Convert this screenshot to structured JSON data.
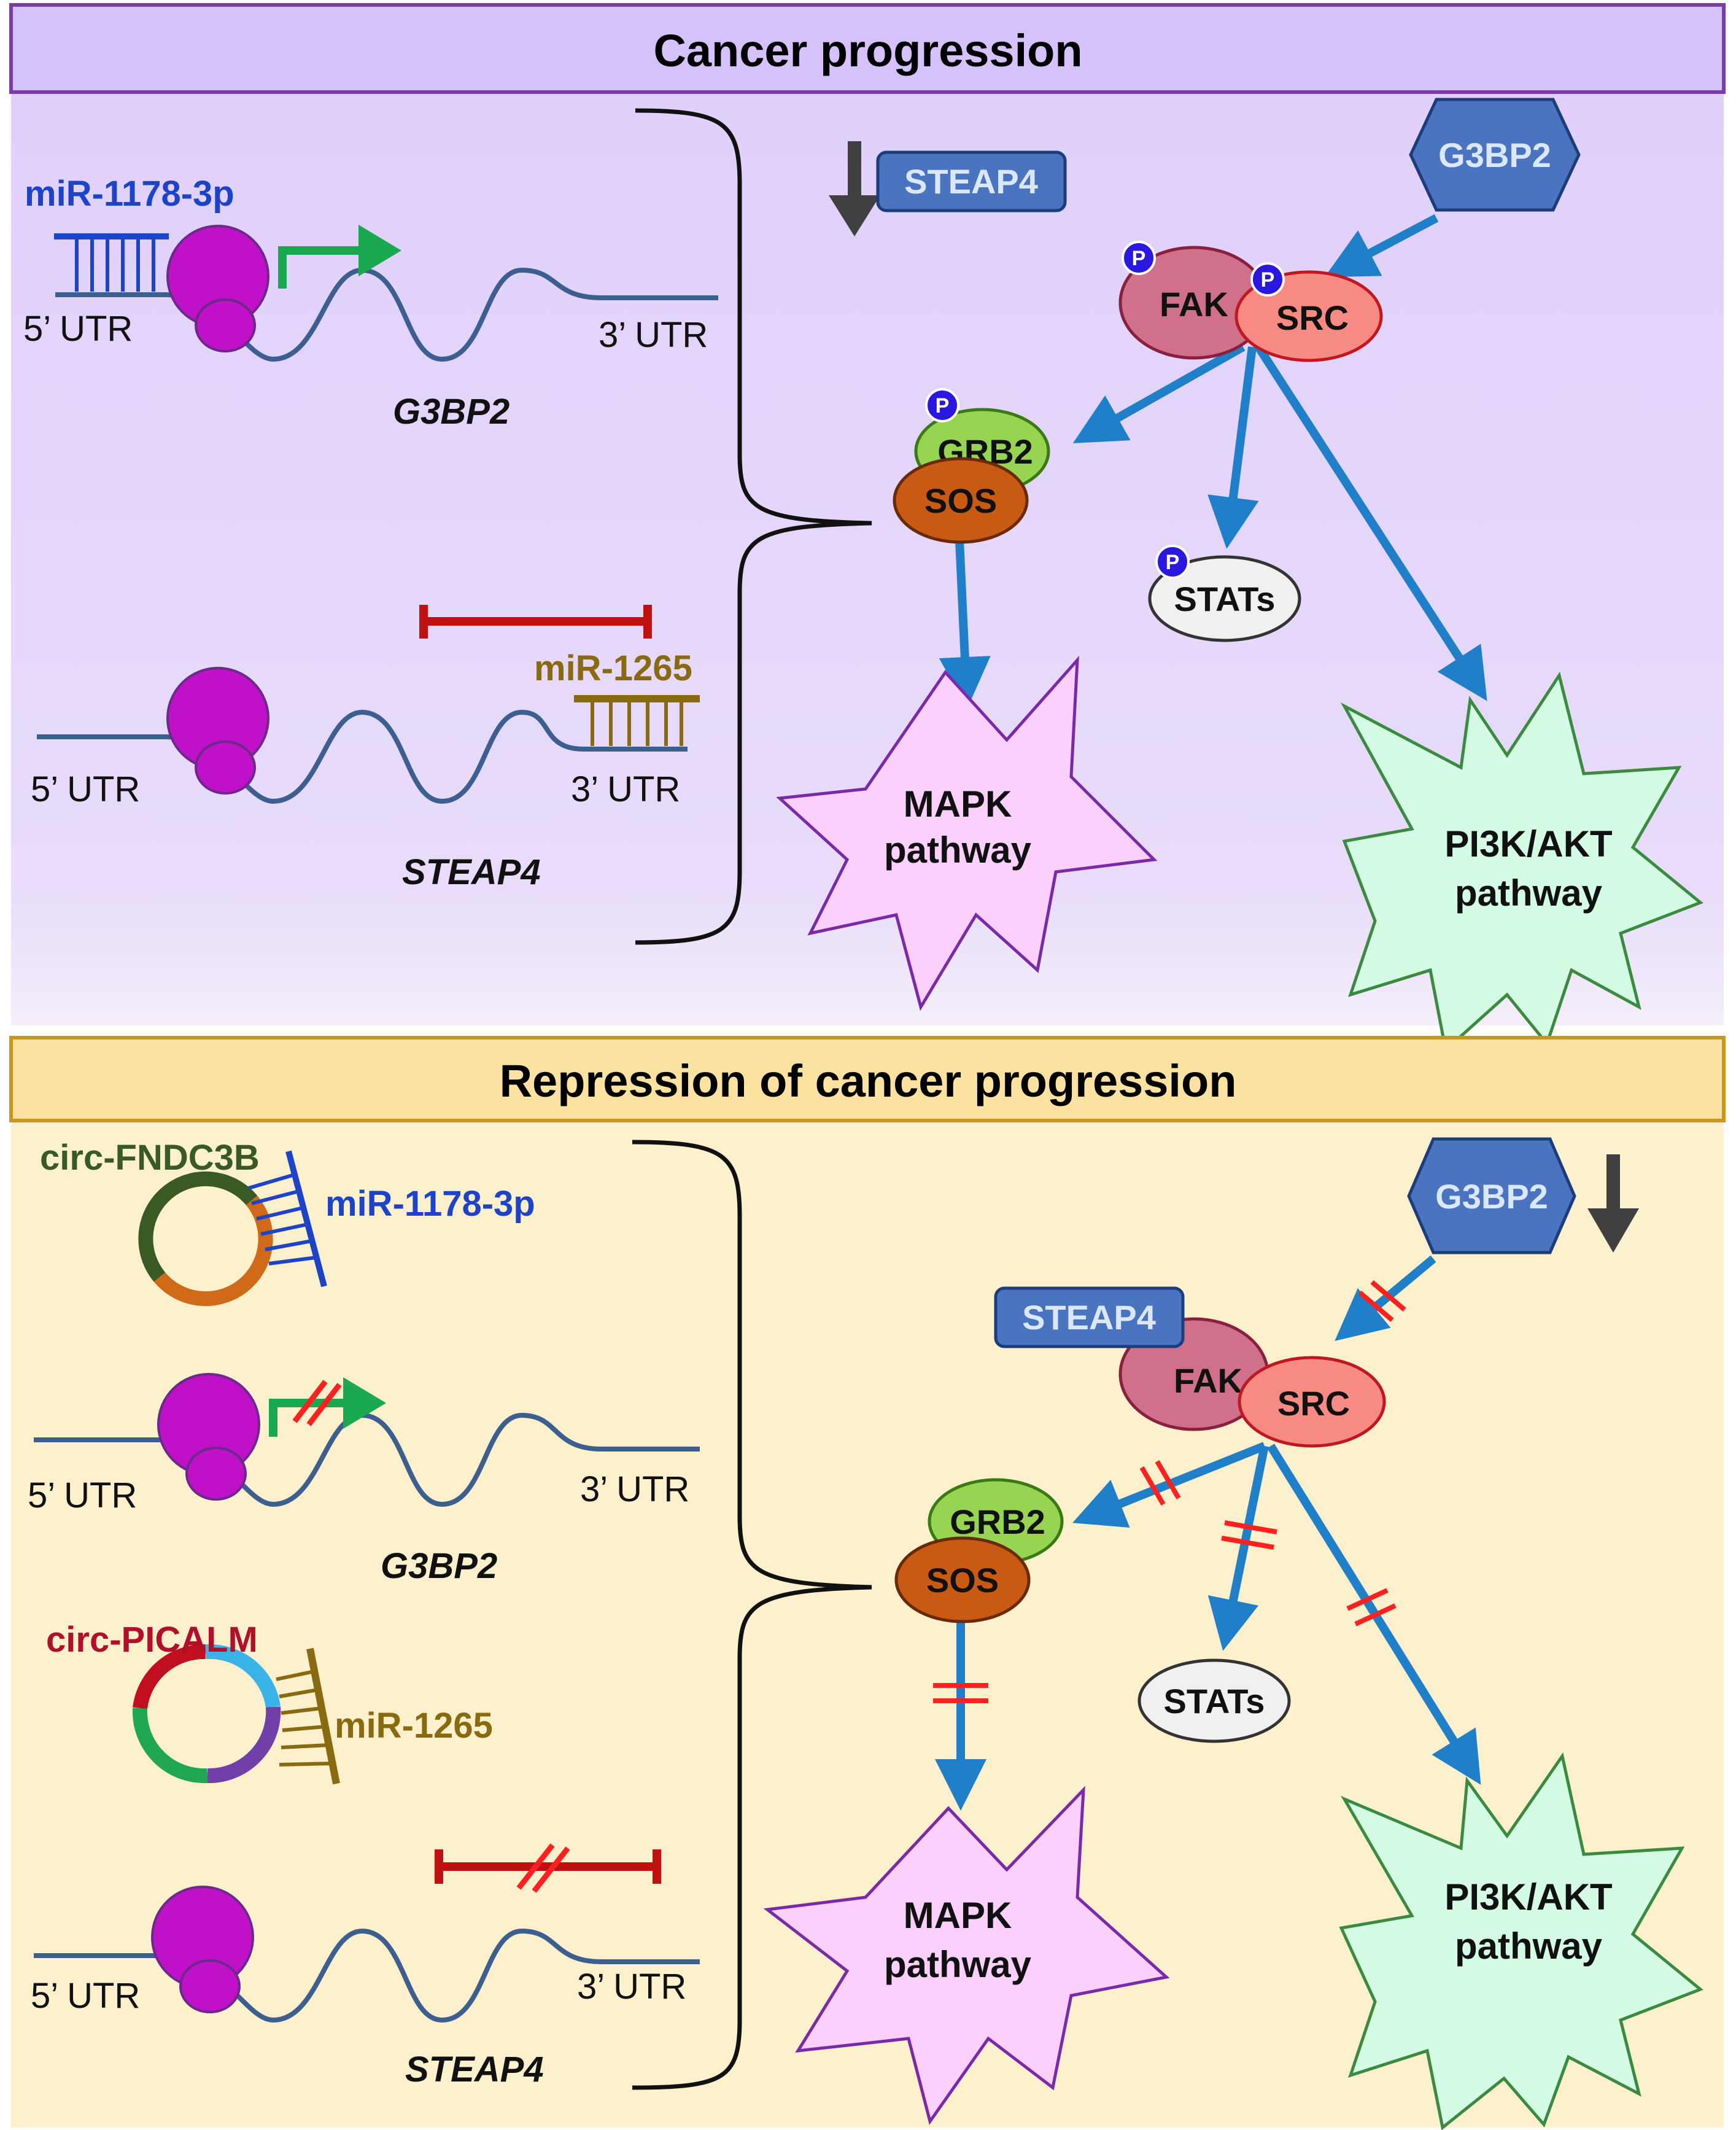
{
  "panels": {
    "top": {
      "title": "Cancer progression",
      "colors": {
        "header": "#d7c4fb",
        "body": "#e4d8fb",
        "border": "#7a3ca8"
      }
    },
    "bottom": {
      "title": "Repression of cancer progression",
      "colors": {
        "header": "#fce2a0",
        "body": "#fdf0cd",
        "border": "#c8981e"
      }
    }
  },
  "labels": {
    "utr5": "5’ UTR",
    "utr3": "3’ UTR",
    "gene_g3bp2": "G3BP2",
    "gene_steap4": "STEAP4",
    "mir1178": "miR-1178-3p",
    "mir1265": "miR-1265",
    "circ_fndc3b": "circ-FNDC3B",
    "circ_picalm": "circ-PICALM"
  },
  "proteins": {
    "g3bp2": "G3BP2",
    "steap4": "STEAP4",
    "fak": "FAK",
    "src": "SRC",
    "grb2": "GRB2",
    "sos": "SOS",
    "stats": "STATs",
    "phospho": "P"
  },
  "pathways": {
    "mapk_line1": "MAPK",
    "mapk_line2": "pathway",
    "pi3k_line1": "PI3K/AKT",
    "pi3k_line2": "pathway"
  },
  "colors": {
    "mrna": "#3d5f8f",
    "ribosome": "#c010c8",
    "mir1178": "#1d44c8",
    "mir1265": "#8a6a10",
    "inhibition": "#c01010",
    "translation_arrow": "#1aa850",
    "signal_arrow": "#1f7fc8",
    "down_arrow": "#404040",
    "g3bp2_box": "#4a74c0",
    "fak": "#d0708a",
    "src": "#f88a84",
    "grb2": "#96d452",
    "sos": "#c85a14",
    "stats": "#f0f0f0",
    "mapk": "#fcd0fc",
    "pi3k": "#d4fbe4",
    "circ_fndc3b": [
      "#3a5a24",
      "#d06a18"
    ],
    "circ_picalm": [
      "#c01020",
      "#38b4e8",
      "#7040a8",
      "#20a850"
    ]
  },
  "icons": [
    "ribosome-icon",
    "phospho-p-icon",
    "down-arrow-icon",
    "block-mark-icon",
    "starburst-icon"
  ]
}
